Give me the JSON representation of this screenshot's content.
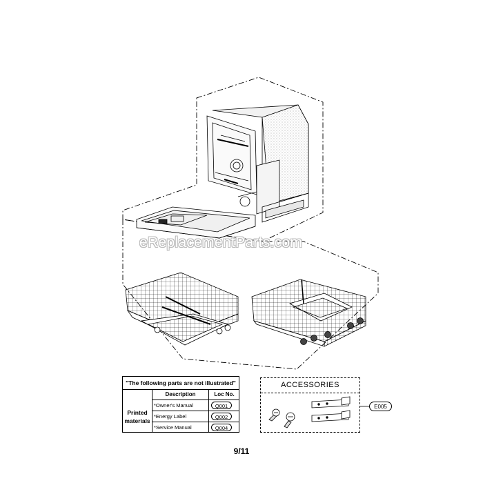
{
  "watermark": "eReplacementParts.com",
  "not_illustrated_table": {
    "heading": "\"The following parts are not illustrated\"",
    "columns": [
      "Description",
      "Loc No."
    ],
    "group_label": "Printed materials",
    "rows": [
      {
        "description": "*Owner's Manual",
        "loc": "Q001"
      },
      {
        "description": "*Energy Label",
        "loc": "Q002"
      },
      {
        "description": "*Service Manual",
        "loc": "Q004"
      }
    ]
  },
  "accessories": {
    "title": "ACCESSORIES",
    "callout": "E005"
  },
  "page_number": "9/11"
}
